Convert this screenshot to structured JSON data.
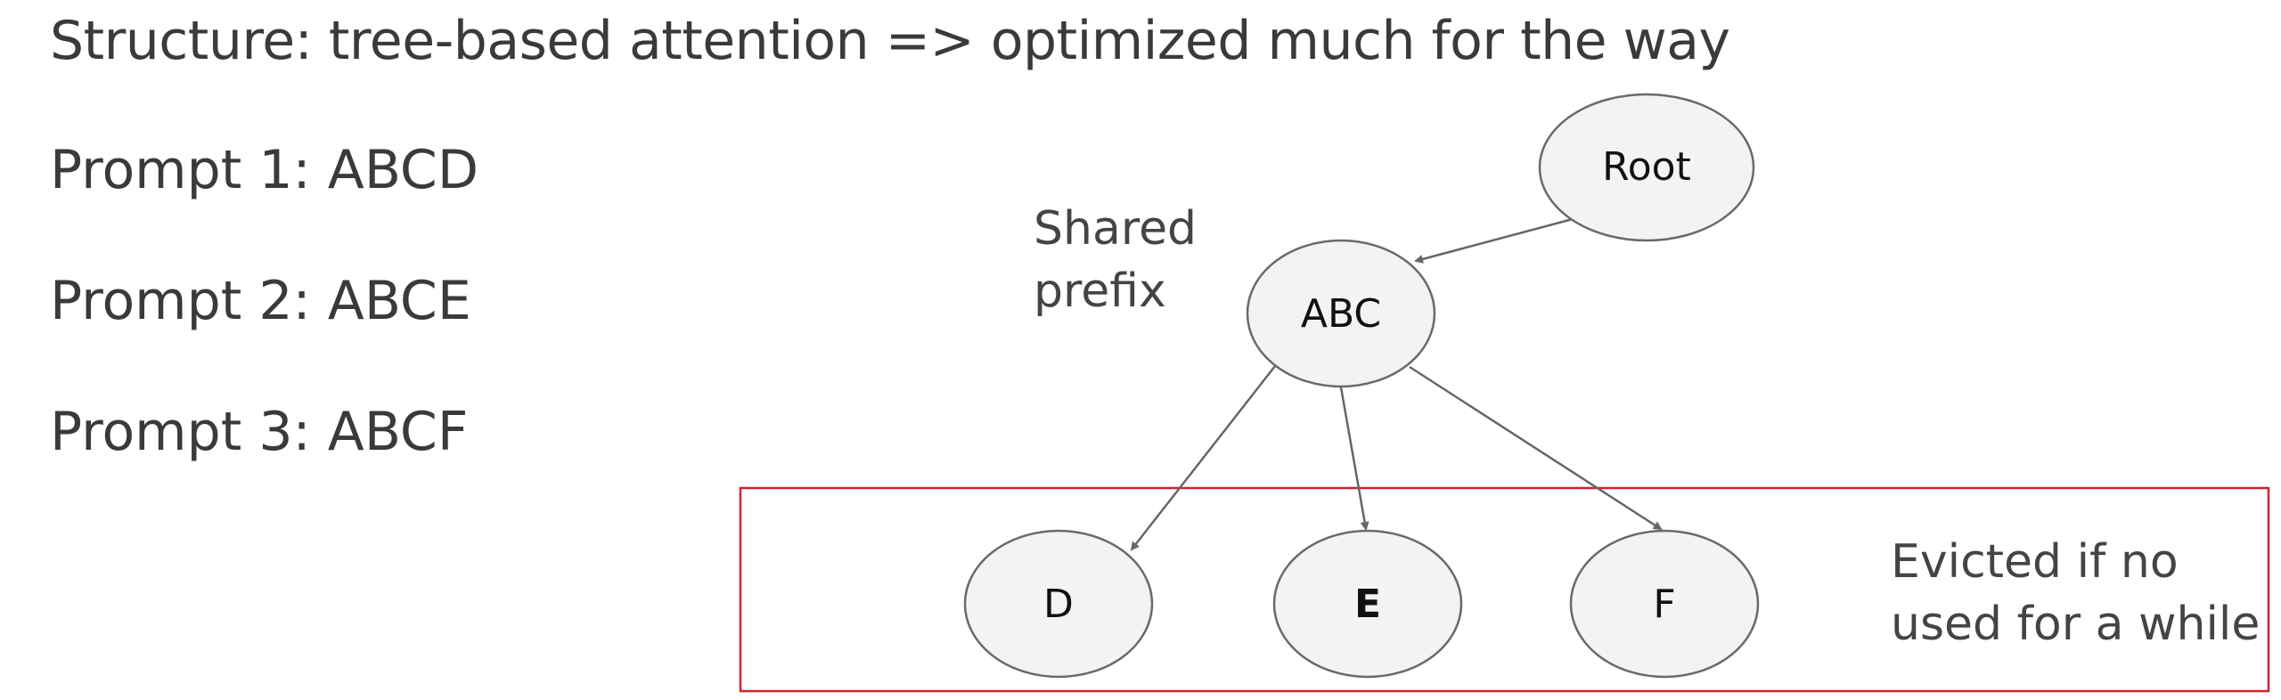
{
  "header": {
    "title": "Structure: tree-based attention => optimized much for the way"
  },
  "prompts": [
    {
      "label": "Prompt 1: ABCD"
    },
    {
      "label": "Prompt 2: ABCE"
    },
    {
      "label": "Prompt 3: ABCF"
    }
  ],
  "diagram": {
    "nodes": {
      "root": "Root",
      "abc": "ABC",
      "d": "D",
      "e": "E",
      "f": "F"
    },
    "shared_prefix_label": {
      "line1": "Shared",
      "line2": "prefix"
    },
    "evicted_label": {
      "line1": "Evicted if no",
      "line2": "used for a while"
    },
    "colors": {
      "node_fill": "#f3f3f3",
      "node_stroke": "#6a6a6a",
      "edge": "#666666",
      "evict_box": "#d0242b"
    }
  }
}
